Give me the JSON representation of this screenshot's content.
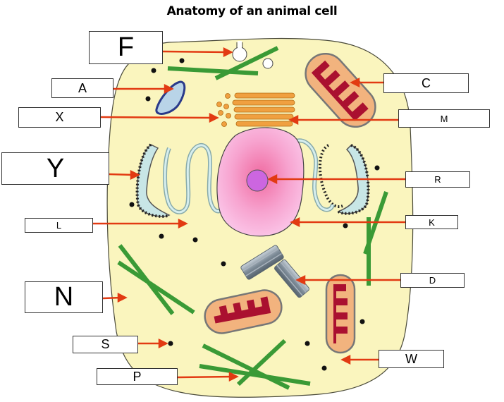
{
  "title": "Anatomy of an animal cell",
  "labels": {
    "F": "F",
    "A": "A",
    "X": "X",
    "Y": "Y",
    "L": "L",
    "N": "N",
    "S": "S",
    "P": "P",
    "C": "C",
    "M": "M",
    "R": "R",
    "K": "K",
    "D": "D",
    "W": "W"
  },
  "colors": {
    "cytoplasm": "#faf5be",
    "nucleus": "#f7b3df",
    "nucleolus": "#cc66e0",
    "mitochondria_outer": "#f2b37e",
    "mitochondria_inner": "#aa1030",
    "golgi": "#f0a040",
    "er": "#c8e6e6",
    "cytoskeleton": "#3a9a36",
    "arrow": "#e23a12"
  }
}
